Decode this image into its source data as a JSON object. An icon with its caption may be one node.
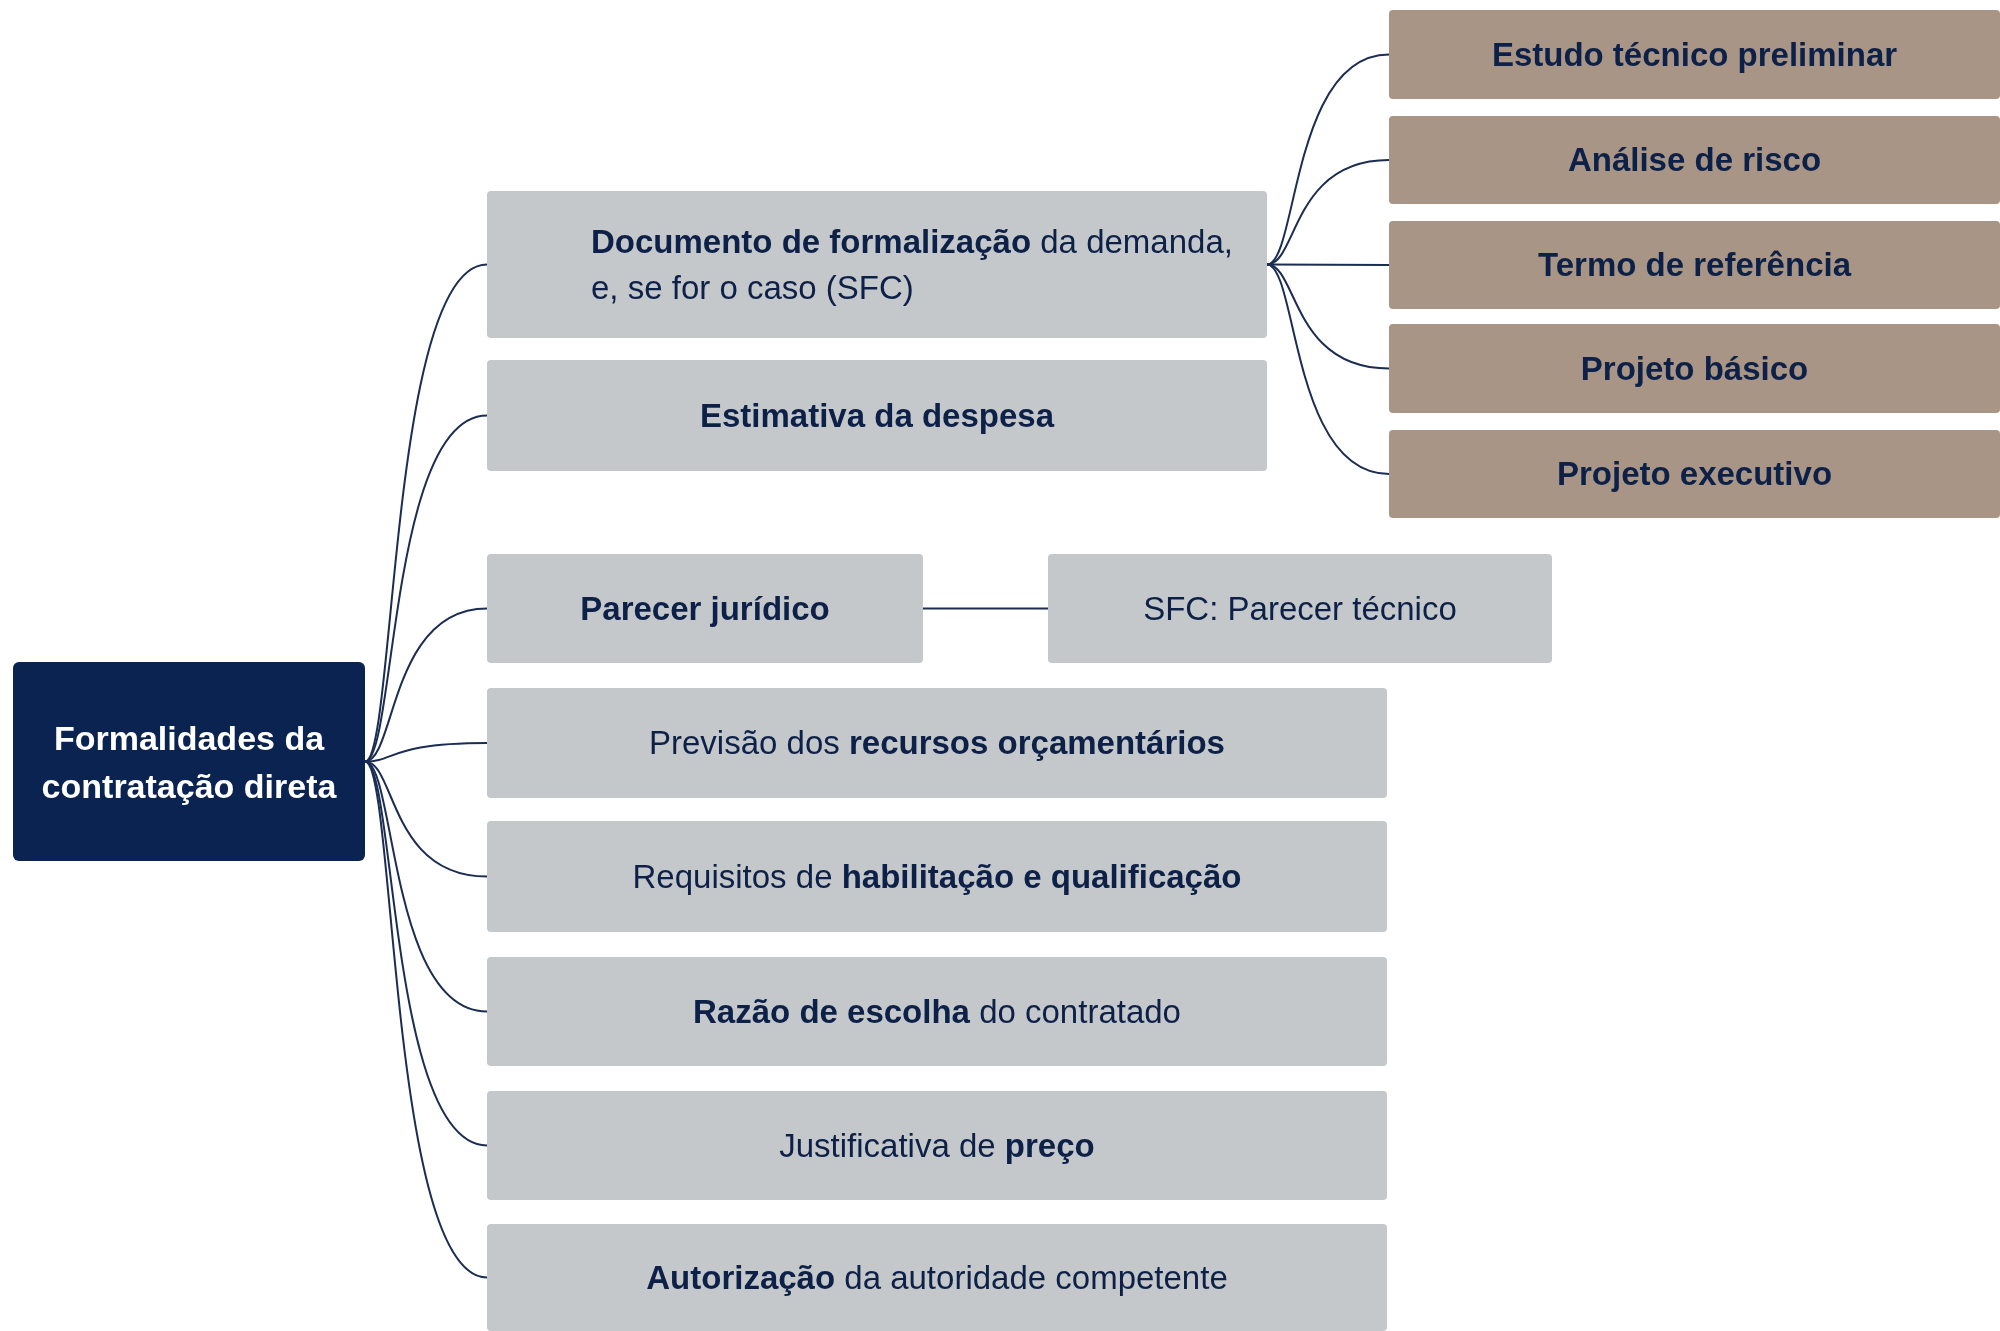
{
  "diagram": {
    "nodes": [
      {
        "text": [
          "Formalidades da contratação direta"
        ]
      },
      {
        "text": [
          "**Documento de formalização** da demanda, e, se for o caso (SFC)"
        ]
      },
      {
        "text": [
          "Estudo técnico preliminar"
        ]
      },
      {
        "text": [
          "Análise de risco"
        ]
      },
      {
        "text": [
          "Termo de referência"
        ]
      },
      {
        "text": [
          "Projeto básico"
        ]
      },
      {
        "text": [
          "Projeto executivo"
        ]
      },
      {
        "text": [
          "**Estimativa da despesa**"
        ]
      },
      {
        "text": [
          "**Parecer jurídico**"
        ]
      },
      {
        "text": [
          "SFC: Parecer técnico"
        ]
      },
      {
        "text": [
          "Previsão dos **recursos orçamentários**"
        ]
      },
      {
        "text": [
          "Requisitos de **habilitação e qualificação**"
        ]
      },
      {
        "text": [
          "**Razão de escolha** do contratado"
        ]
      },
      {
        "text": [
          "Justificativa de **preço**"
        ]
      },
      {
        "text": [
          "**Autorização** da autoridade competente"
        ]
      }
    ],
    "edges": [
      {
        "from": 0,
        "to": 1,
        "arrow": "none"
      },
      {
        "from": 0,
        "to": 7,
        "arrow": "none"
      },
      {
        "from": 0,
        "to": 8,
        "arrow": "none"
      },
      {
        "from": 0,
        "to": 10,
        "arrow": "none"
      },
      {
        "from": 0,
        "to": 11,
        "arrow": "none"
      },
      {
        "from": 0,
        "to": 12,
        "arrow": "none"
      },
      {
        "from": 0,
        "to": 13,
        "arrow": "none"
      },
      {
        "from": 0,
        "to": 14,
        "arrow": "none"
      },
      {
        "from": 1,
        "to": 2,
        "arrow": "none"
      },
      {
        "from": 1,
        "to": 3,
        "arrow": "none"
      },
      {
        "from": 1,
        "to": 4,
        "arrow": "none"
      },
      {
        "from": 1,
        "to": 5,
        "arrow": "none"
      },
      {
        "from": 1,
        "to": 6,
        "arrow": "none"
      },
      {
        "from": 8,
        "to": 9,
        "arrow": "none"
      }
    ]
  }
}
